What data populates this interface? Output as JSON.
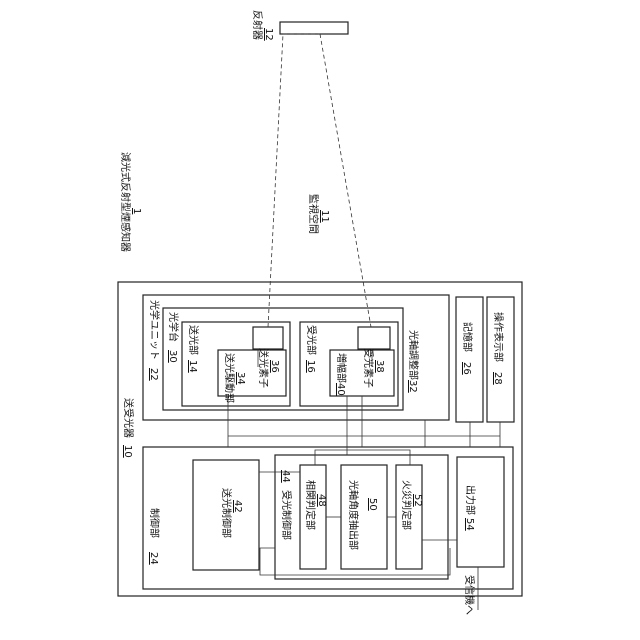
{
  "title": "減光式反射型煙感知器",
  "title_num": "1",
  "reflector": {
    "label": "反射器",
    "num": "12"
  },
  "space": {
    "label": "監視空間",
    "num": "11"
  },
  "transceiver": {
    "label": "送受光器",
    "num": "10"
  },
  "optical_unit": {
    "label": "光学ユニット",
    "num": "22"
  },
  "optical_bench": {
    "label": "光学台",
    "num": "30"
  },
  "tx": {
    "label": "送光部",
    "num": "14"
  },
  "tx_drive": {
    "label": "送光駆動部",
    "num": "34"
  },
  "tx_elem": {
    "label": "送光素子",
    "num": "36"
  },
  "rx": {
    "label": "受光部",
    "num": "16"
  },
  "amp": {
    "label": "増幅部",
    "num": "40"
  },
  "rx_elem": {
    "label": "受光素子",
    "num": "38"
  },
  "axis_adj": {
    "label": "光軸調整部",
    "num": "32"
  },
  "memory": {
    "label": "記憶部",
    "num": "26"
  },
  "panel": {
    "label": "操作表示部",
    "num": "28"
  },
  "control": {
    "label": "制御部",
    "num": "24"
  },
  "tx_ctrl": {
    "label": "送光制御部",
    "num": "42"
  },
  "rx_ctrl": {
    "label": "受光制御部",
    "num": "44"
  },
  "corr": {
    "label": "相関判定部",
    "num": "48"
  },
  "angle": {
    "label": "光軸角度抽出部",
    "num": "50"
  },
  "fire": {
    "label": "火災判定部",
    "num": "52"
  },
  "output": {
    "label": "出力部",
    "num": "54"
  },
  "receiver": {
    "label": "受信機へ"
  }
}
